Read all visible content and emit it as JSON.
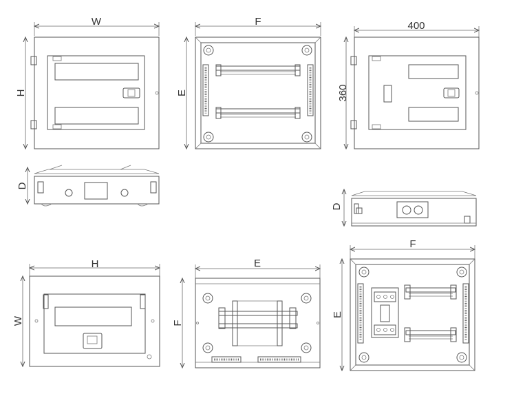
{
  "labels": {
    "width": "W",
    "height": "H",
    "depth": "D",
    "e": "E",
    "f": "F",
    "dim_400": "400",
    "dim_360": "360"
  }
}
